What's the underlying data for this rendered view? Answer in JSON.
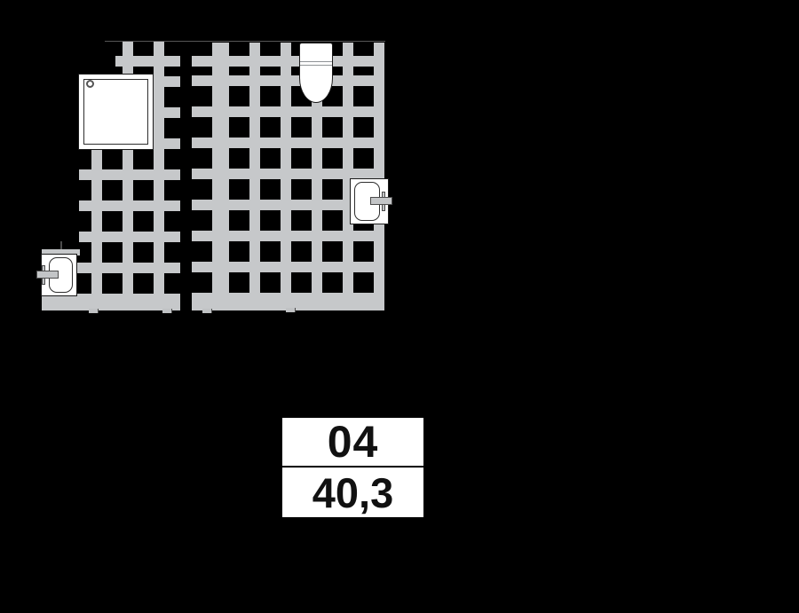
{
  "plan": {
    "type": "apartment-floor-plan-fragment",
    "unit_label": {
      "number": "04",
      "area": "40,3"
    },
    "rooms": [
      {
        "name": "bathroom-left",
        "floor": "tiled-wet-area"
      },
      {
        "name": "bathroom-right",
        "floor": "tiled-wet-area"
      }
    ],
    "fixtures": [
      {
        "icon": "shower-tray-icon",
        "room": "bathroom-left"
      },
      {
        "icon": "washbasin-icon",
        "room": "bathroom-left"
      },
      {
        "icon": "toilet-icon",
        "room": "bathroom-right"
      },
      {
        "icon": "washbasin-icon",
        "room": "bathroom-right"
      }
    ],
    "colors": {
      "background": "#000000",
      "tile_gray": "#c6c8ca",
      "fixture_fill": "#ffffff",
      "outline": "#1a1a1a",
      "label_text": "#111111",
      "label_fill": "#ffffff"
    }
  }
}
